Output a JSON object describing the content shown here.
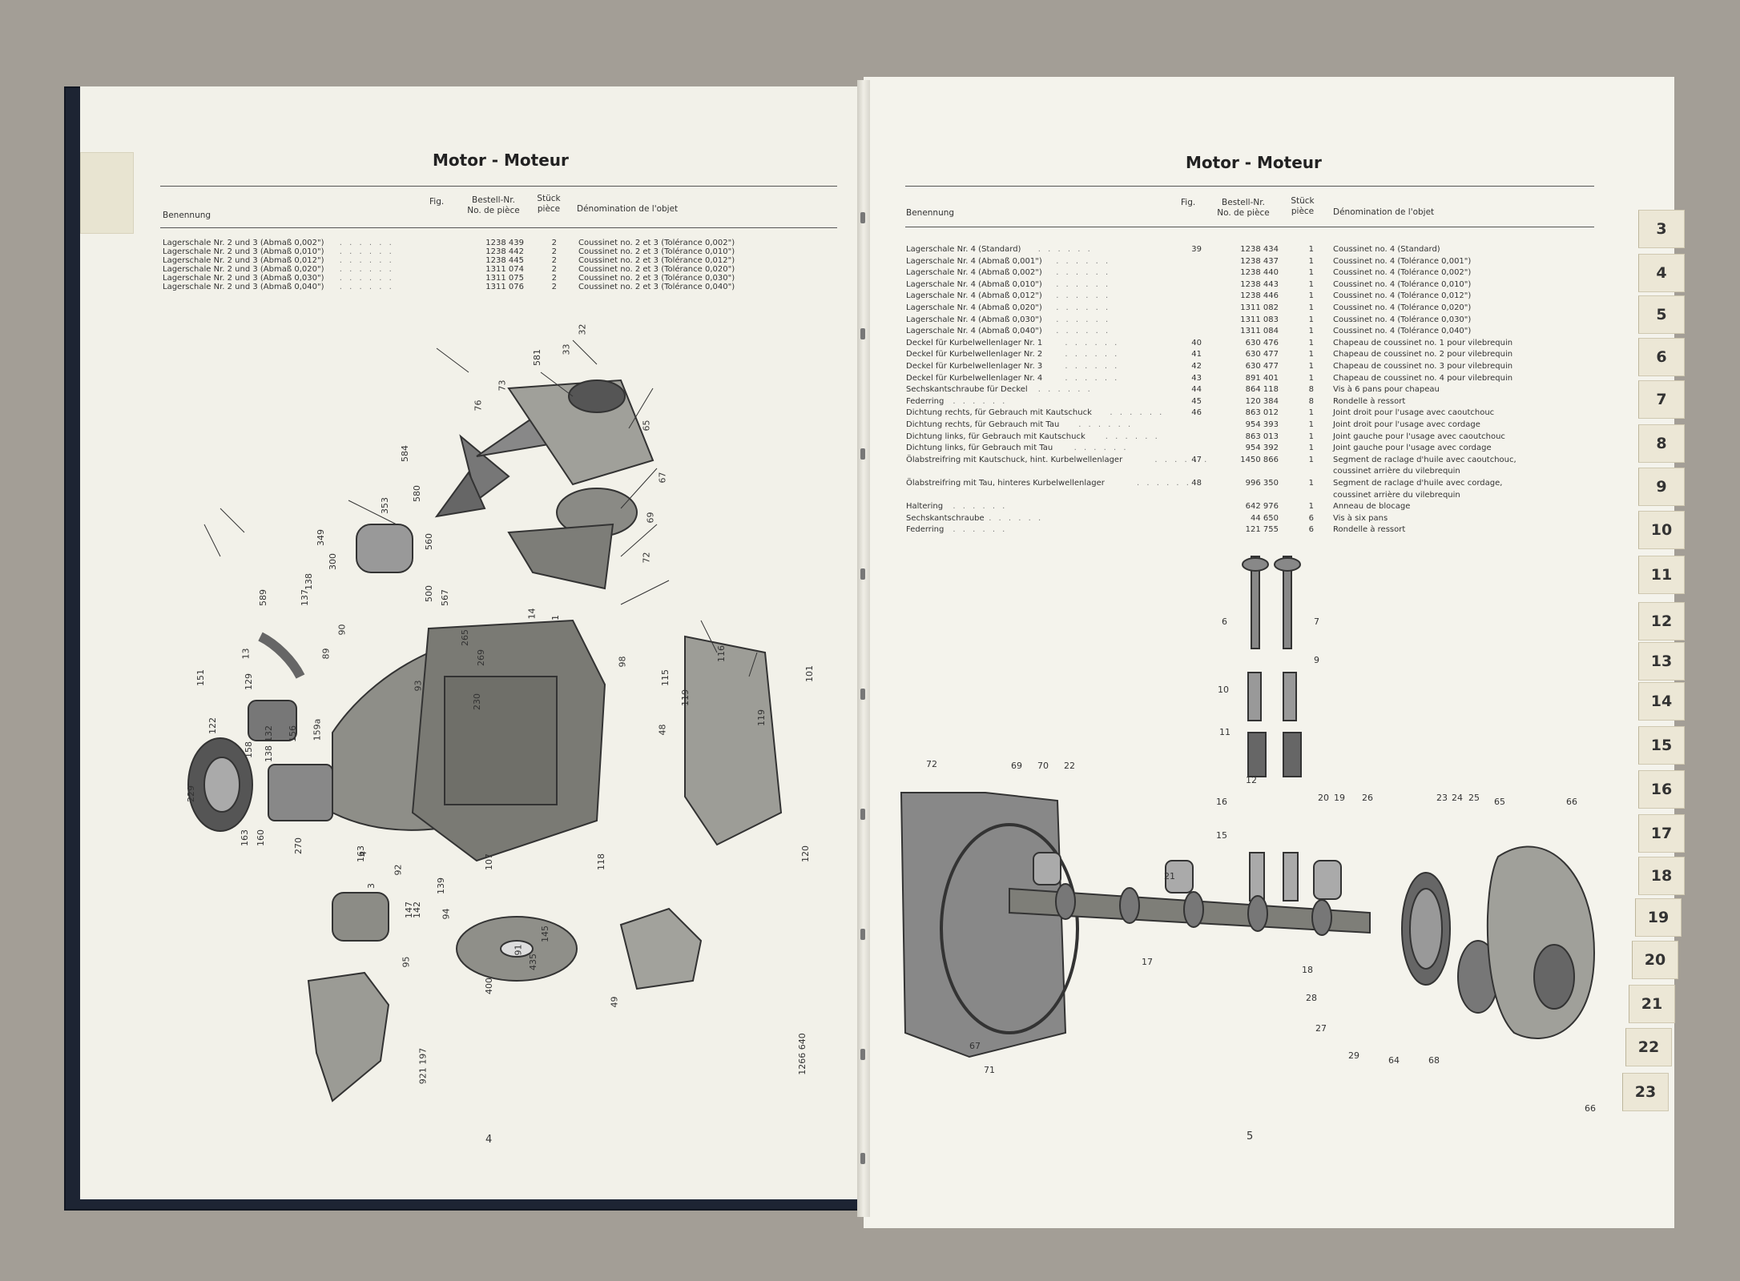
{
  "left_page": {
    "title": "Motor - Moteur",
    "headers": {
      "benennung": "Benennung",
      "fig": "Fig.",
      "bestell_1": "Bestell-Nr.",
      "bestell_2": "No. de pièce",
      "stueck_1": "Stück",
      "stueck_2": "pièce",
      "denomination": "Dénomination de l'objet"
    },
    "rows": [
      {
        "name": "Lagerschale Nr. 2 und 3 (Abmaß 0,002\")",
        "fig": "",
        "part": "1238 439",
        "qty": "2",
        "desc": "Coussinet no. 2 et 3 (Tolérance 0,002\")"
      },
      {
        "name": "Lagerschale Nr. 2 und 3 (Abmaß 0,010\")",
        "fig": "",
        "part": "1238 442",
        "qty": "2",
        "desc": "Coussinet no. 2 et 3 (Tolérance 0,010\")"
      },
      {
        "name": "Lagerschale Nr. 2 und 3 (Abmaß 0,012\")",
        "fig": "",
        "part": "1238 445",
        "qty": "2",
        "desc": "Coussinet no. 2 et 3 (Tolérance 0,012\")"
      },
      {
        "name": "Lagerschale Nr. 2 und 3 (Abmaß 0,020\")",
        "fig": "",
        "part": "1311 074",
        "qty": "2",
        "desc": "Coussinet no. 2 et 3 (Tolérance 0,020\")"
      },
      {
        "name": "Lagerschale Nr. 2 und 3 (Abmaß 0,030\")",
        "fig": "",
        "part": "1311 075",
        "qty": "2",
        "desc": "Coussinet no. 2 et 3 (Tolérance 0,030\")"
      },
      {
        "name": "Lagerschale Nr. 2 und 3 (Abmaß 0,040\")",
        "fig": "",
        "part": "1311 076",
        "qty": "2",
        "desc": "Coussinet no. 2 et 3 (Tolérance 0,040\")"
      }
    ],
    "page_number": "4",
    "callouts": [
      "32",
      "33",
      "581",
      "73",
      "76",
      "584",
      "65",
      "67",
      "69",
      "72",
      "353",
      "580",
      "560",
      "349",
      "300",
      "138",
      "500",
      "567",
      "137",
      "589",
      "90",
      "89",
      "13",
      "14",
      "1",
      "265",
      "269",
      "230",
      "93",
      "151",
      "129",
      "122",
      "132",
      "156",
      "159a",
      "158",
      "138",
      "229",
      "163",
      "160",
      "270",
      "163",
      "3",
      "4",
      "92",
      "147",
      "95",
      "94",
      "91",
      "435",
      "400",
      "145",
      "142",
      "139",
      "107",
      "118",
      "119",
      "116",
      "101",
      "115",
      "98",
      "119",
      "48",
      "120",
      "49",
      "1266 640",
      "921 197"
    ]
  },
  "right_page": {
    "title": "Motor - Moteur",
    "headers": {
      "benennung": "Benennung",
      "fig": "Fig.",
      "bestell_1": "Bestell-Nr.",
      "bestell_2": "No. de pièce",
      "stueck_1": "Stück",
      "stueck_2": "pièce",
      "denomination": "Dénomination de l'objet"
    },
    "rows": [
      {
        "name": "Lagerschale Nr. 4 (Standard)",
        "fig": "39",
        "part": "1238 434",
        "qty": "1",
        "desc": "Coussinet no. 4 (Standard)"
      },
      {
        "name": "Lagerschale Nr. 4 (Abmaß 0,001\")",
        "fig": "",
        "part": "1238 437",
        "qty": "1",
        "desc": "Coussinet no. 4 (Tolérance 0,001\")"
      },
      {
        "name": "Lagerschale Nr. 4 (Abmaß 0,002\")",
        "fig": "",
        "part": "1238 440",
        "qty": "1",
        "desc": "Coussinet no. 4 (Tolérance 0,002\")"
      },
      {
        "name": "Lagerschale Nr. 4 (Abmaß 0,010\")",
        "fig": "",
        "part": "1238 443",
        "qty": "1",
        "desc": "Coussinet no. 4 (Tolérance 0,010\")"
      },
      {
        "name": "Lagerschale Nr. 4 (Abmaß 0,012\")",
        "fig": "",
        "part": "1238 446",
        "qty": "1",
        "desc": "Coussinet no. 4 (Tolérance 0,012\")"
      },
      {
        "name": "Lagerschale Nr. 4 (Abmaß 0,020\")",
        "fig": "",
        "part": "1311 082",
        "qty": "1",
        "desc": "Coussinet no. 4 (Tolérance 0,020\")"
      },
      {
        "name": "Lagerschale Nr. 4 (Abmaß 0,030\")",
        "fig": "",
        "part": "1311 083",
        "qty": "1",
        "desc": "Coussinet no. 4 (Tolérance 0,030\")"
      },
      {
        "name": "Lagerschale Nr. 4 (Abmaß 0,040\")",
        "fig": "",
        "part": "1311 084",
        "qty": "1",
        "desc": "Coussinet no. 4 (Tolérance 0,040\")"
      },
      {
        "name": "Deckel für Kurbelwellenlager Nr. 1",
        "fig": "40",
        "part": "630 476",
        "qty": "1",
        "desc": "Chapeau de coussinet no. 1 pour vilebrequin"
      },
      {
        "name": "Deckel für Kurbelwellenlager Nr. 2",
        "fig": "41",
        "part": "630 477",
        "qty": "1",
        "desc": "Chapeau de coussinet no. 2 pour vilebrequin"
      },
      {
        "name": "Deckel für Kurbelwellenlager Nr. 3",
        "fig": "42",
        "part": "630 477",
        "qty": "1",
        "desc": "Chapeau de coussinet no. 3 pour vilebrequin"
      },
      {
        "name": "Deckel für Kurbelwellenlager Nr. 4",
        "fig": "43",
        "part": "891 401",
        "qty": "1",
        "desc": "Chapeau de coussinet no. 4 pour vilebrequin"
      },
      {
        "name": "Sechskantschraube für Deckel",
        "fig": "44",
        "part": "864 118",
        "qty": "8",
        "desc": "Vis à 6 pans pour chapeau"
      },
      {
        "name": "Federring",
        "fig": "45",
        "part": "120 384",
        "qty": "8",
        "desc": "Rondelle à ressort"
      },
      {
        "name": "Dichtung rechts, für Gebrauch mit Kautschuck",
        "fig": "46",
        "part": "863 012",
        "qty": "1",
        "desc": "Joint droit pour l'usage avec caoutchouc"
      },
      {
        "name": "Dichtung rechts, für Gebrauch mit Tau",
        "fig": "",
        "part": "954 393",
        "qty": "1",
        "desc": "Joint droit pour l'usage avec cordage"
      },
      {
        "name": "Dichtung links, für Gebrauch mit Kautschuck",
        "fig": "",
        "part": "863 013",
        "qty": "1",
        "desc": "Joint gauche pour l'usage avec caoutchouc"
      },
      {
        "name": "Dichtung links, für Gebrauch mit Tau",
        "fig": "",
        "part": "954 392",
        "qty": "1",
        "desc": "Joint gauche pour l'usage avec cordage"
      },
      {
        "name": "Ölabstreifring mit Kautschuck, hint. Kurbelwellenlager",
        "fig": "47",
        "part": "1450 866",
        "qty": "1",
        "desc": "Segment de raclage d'huile avec caoutchouc,"
      },
      {
        "name": "",
        "fig": "",
        "part": "",
        "qty": "",
        "desc": "coussinet arrière du vilebrequin"
      },
      {
        "name": "Ölabstreifring mit Tau, hinteres Kurbelwellenlager",
        "fig": "48",
        "part": "996 350",
        "qty": "1",
        "desc": "Segment de raclage d'huile avec cordage,"
      },
      {
        "name": "",
        "fig": "",
        "part": "",
        "qty": "",
        "desc": "coussinet arrière du vilebrequin"
      },
      {
        "name": "Haltering",
        "fig": "",
        "part": "642 976",
        "qty": "1",
        "desc": "Anneau de blocage"
      },
      {
        "name": "Sechskantschraube",
        "fig": "",
        "part": "44 650",
        "qty": "6",
        "desc": "Vis à six pans"
      },
      {
        "name": "Federring",
        "fig": "",
        "part": "121 755",
        "qty": "6",
        "desc": "Rondelle à ressort"
      }
    ],
    "page_number": "5",
    "callouts": [
      "6",
      "7",
      "9",
      "10",
      "11",
      "12",
      "16",
      "15",
      "72",
      "69",
      "70",
      "22",
      "21",
      "20",
      "19",
      "26",
      "23",
      "24",
      "25",
      "65",
      "66",
      "17",
      "18",
      "28",
      "27",
      "29",
      "64",
      "68",
      "67",
      "71",
      "66"
    ]
  },
  "index_tabs": [
    "3",
    "4",
    "5",
    "6",
    "7",
    "8",
    "9",
    "10",
    "11",
    "12",
    "13",
    "14",
    "15",
    "16",
    "17",
    "18",
    "19",
    "20",
    "21",
    "22",
    "23"
  ]
}
